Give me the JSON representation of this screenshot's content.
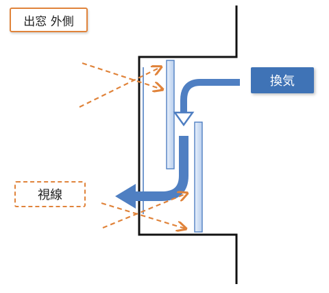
{
  "labels": {
    "title": "出窓 外側",
    "ventilation": "換気",
    "sightline": "視線"
  },
  "colors": {
    "wall": "#111111",
    "airflow": "#4f7fc2",
    "sight": "#e0833a",
    "louver_fill": "#cfe0f7",
    "louver_stroke": "#4f7fc2"
  }
}
